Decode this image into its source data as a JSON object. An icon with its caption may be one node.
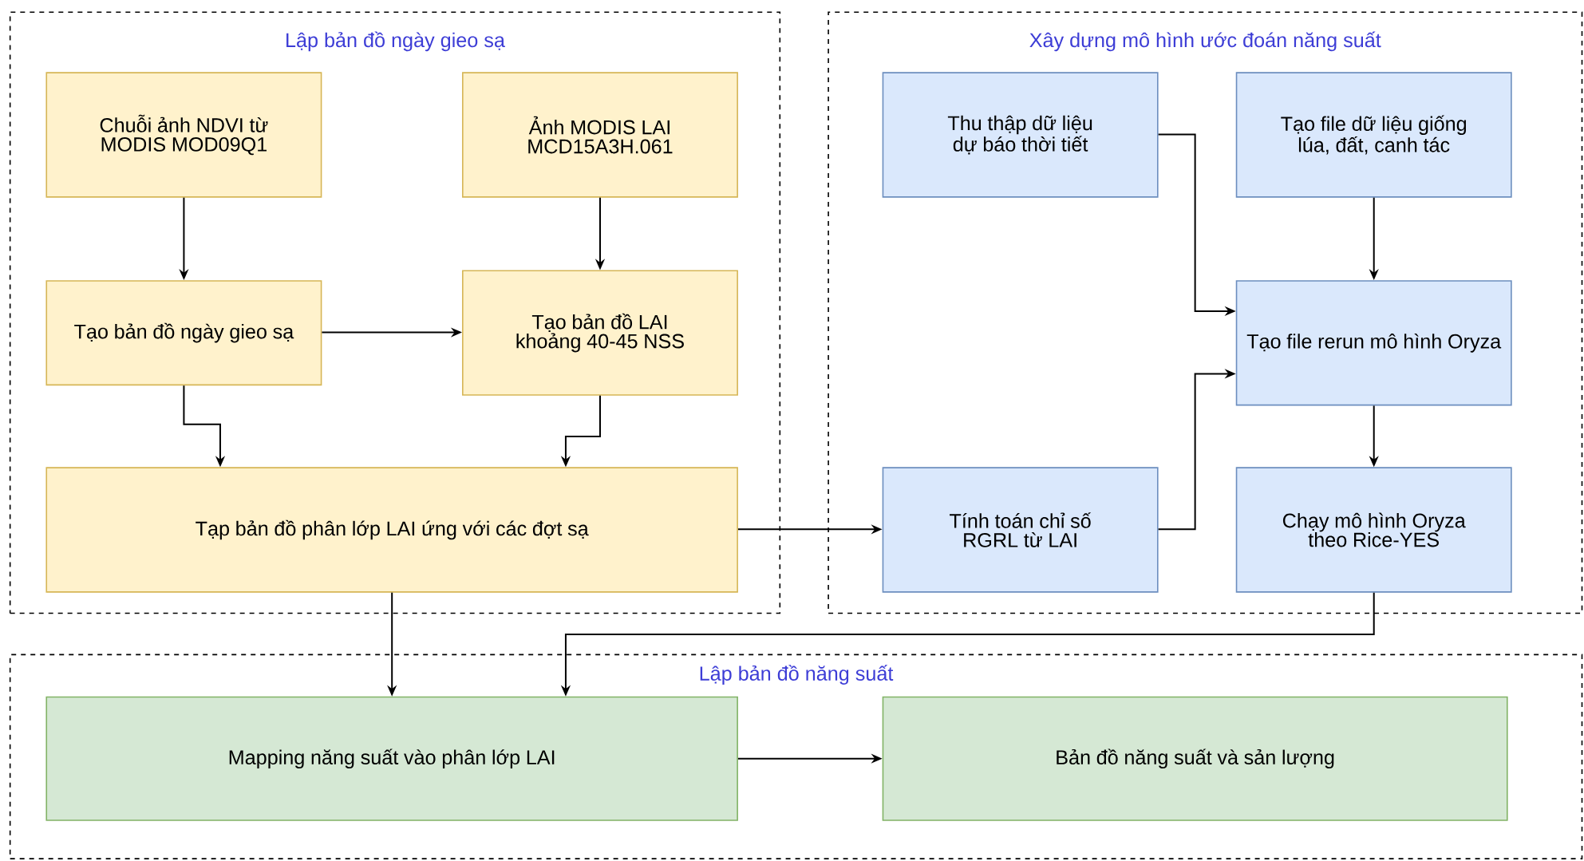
{
  "diagram": {
    "nodes": [
      {
        "text": [
          "Lập bản đồ ngày gieo sạ"
        ]
      },
      {
        "text": [
          "Chuỗi ảnh NDVI từ MODIS MOD09Q1"
        ],
        "in": 0
      },
      {
        "text": [
          "Ảnh MODIS LAI MCD15A3H.061"
        ],
        "in": 0
      },
      {
        "text": [
          "Tạo bản đồ ngày gieo sạ"
        ],
        "in": 0
      },
      {
        "text": [
          "Tạo bản đồ LAI khoảng 40-45 NSS"
        ],
        "in": 0
      },
      {
        "text": [
          "Tạp bản đồ phân lớp LAI ứng với các đợt sạ"
        ],
        "in": 0
      },
      {
        "text": [
          "Xây dựng mô hình ước đoán năng suất"
        ]
      },
      {
        "text": [
          "Thu thập dữ liệu dự báo thời tiết"
        ],
        "in": 6
      },
      {
        "text": [
          "Tạo file dữ liệu giống lúa, đất, canh tác"
        ],
        "in": 6
      },
      {
        "text": [
          "Tạo file rerun mô hình Oryza"
        ],
        "in": 6
      },
      {
        "text": [
          "Tính toán chỉ số RGRL từ LAI"
        ],
        "in": 6
      },
      {
        "text": [
          "Chạy mô hình Oryza theo Rice-YES"
        ],
        "in": 6
      },
      {
        "text": [
          "Lập bản đồ năng suất"
        ]
      },
      {
        "text": [
          "Mapping năng suất vào phân lớp LAI"
        ],
        "in": 12
      },
      {
        "text": [
          "Bản đồ năng suất và sản lượng"
        ],
        "in": 12
      }
    ],
    "edges": [
      {
        "from": 1,
        "to": 3,
        "arrow": "to"
      },
      {
        "from": 2,
        "to": 4,
        "arrow": "to"
      },
      {
        "from": 3,
        "to": 4,
        "arrow": "to"
      },
      {
        "from": 3,
        "to": 5,
        "arrow": "to"
      },
      {
        "from": 4,
        "to": 5,
        "arrow": "to"
      },
      {
        "from": 5,
        "to": 10,
        "arrow": "to"
      },
      {
        "from": 7,
        "to": 9,
        "arrow": "to"
      },
      {
        "from": 8,
        "to": 9,
        "arrow": "to"
      },
      {
        "from": 10,
        "to": 9,
        "arrow": "to"
      },
      {
        "from": 9,
        "to": 11,
        "arrow": "to"
      },
      {
        "from": 5,
        "to": 13,
        "arrow": "to"
      },
      {
        "from": 11,
        "to": 13,
        "arrow": "to"
      },
      {
        "from": 13,
        "to": 14,
        "arrow": "to"
      }
    ]
  }
}
